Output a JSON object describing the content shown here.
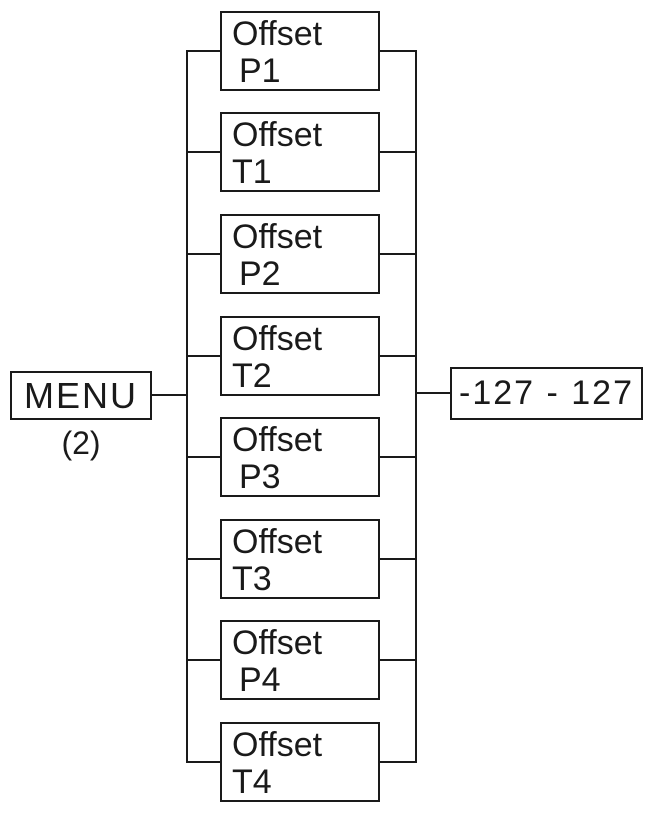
{
  "diagram": {
    "root": {
      "label": "MENU",
      "caption": "(2)"
    },
    "options": [
      {
        "line1": "Offset",
        "line2": "P1"
      },
      {
        "line1": "Offset",
        "line2": "T1"
      },
      {
        "line1": "Offset",
        "line2": "P2"
      },
      {
        "line1": "Offset",
        "line2": "T2"
      },
      {
        "line1": "Offset",
        "line2": "P3"
      },
      {
        "line1": "Offset",
        "line2": "T3"
      },
      {
        "line1": "Offset",
        "line2": "P4"
      },
      {
        "line1": "Offset",
        "line2": "T4"
      }
    ],
    "range": {
      "label": "-127 - 127"
    },
    "colors": {
      "line": "#1a1a1a",
      "background": "#ffffff"
    }
  }
}
